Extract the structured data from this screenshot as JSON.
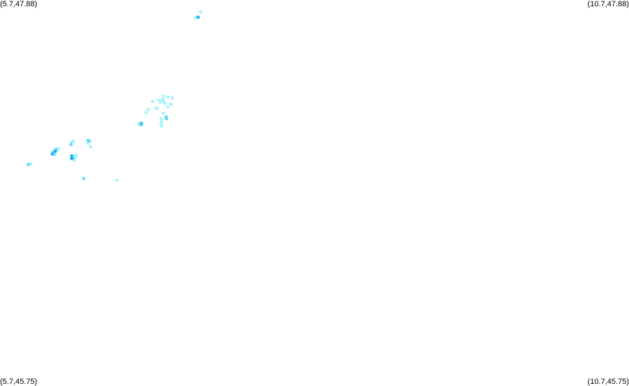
{
  "corners": {
    "top_left": "(5.7,47.88)",
    "top_right": "(10.7,47.88)",
    "bottom_left": "(5.7,45.75)",
    "bottom_right": "(10.7,45.75)"
  },
  "bounds": {
    "lon_min": 5.7,
    "lon_max": 10.7,
    "lat_min": 45.75,
    "lat_max": 47.88
  },
  "colors": {
    "low": "#9ff3fb",
    "mid": "#55d6f5",
    "high": "#1ca6f0"
  },
  "points": [
    {
      "lon": 7.295,
      "lat": 47.813,
      "level": "low"
    },
    {
      "lon": 7.26,
      "lat": 47.785,
      "level": "low"
    },
    {
      "lon": 7.275,
      "lat": 47.785,
      "level": "high"
    },
    {
      "lon": 7.25,
      "lat": 47.78,
      "level": "low"
    },
    {
      "lon": 7.0,
      "lat": 47.35,
      "level": "low"
    },
    {
      "lon": 7.035,
      "lat": 47.345,
      "level": "low"
    },
    {
      "lon": 7.07,
      "lat": 47.34,
      "level": "low"
    },
    {
      "lon": 6.96,
      "lat": 47.33,
      "level": "low"
    },
    {
      "lon": 6.99,
      "lat": 47.33,
      "level": "low"
    },
    {
      "lon": 7.0,
      "lat": 47.325,
      "level": "low"
    },
    {
      "lon": 6.91,
      "lat": 47.32,
      "level": "low"
    },
    {
      "lon": 6.975,
      "lat": 47.315,
      "level": "low"
    },
    {
      "lon": 7.01,
      "lat": 47.31,
      "level": "low"
    },
    {
      "lon": 7.06,
      "lat": 47.305,
      "level": "low"
    },
    {
      "lon": 7.035,
      "lat": 47.29,
      "level": "low"
    },
    {
      "lon": 6.94,
      "lat": 47.285,
      "level": "low"
    },
    {
      "lon": 6.95,
      "lat": 47.28,
      "level": "low"
    },
    {
      "lon": 6.88,
      "lat": 47.275,
      "level": "low"
    },
    {
      "lon": 6.86,
      "lat": 47.26,
      "level": "low"
    },
    {
      "lon": 7.0,
      "lat": 47.255,
      "level": "low"
    },
    {
      "lon": 7.02,
      "lat": 47.235,
      "level": "mid"
    },
    {
      "lon": 7.025,
      "lat": 47.225,
      "level": "mid"
    },
    {
      "lon": 6.98,
      "lat": 47.225,
      "level": "low"
    },
    {
      "lon": 6.985,
      "lat": 47.21,
      "level": "low"
    },
    {
      "lon": 6.815,
      "lat": 47.2,
      "level": "mid"
    },
    {
      "lon": 6.825,
      "lat": 47.198,
      "level": "high"
    },
    {
      "lon": 6.805,
      "lat": 47.195,
      "level": "low"
    },
    {
      "lon": 6.82,
      "lat": 47.19,
      "level": "mid"
    },
    {
      "lon": 6.98,
      "lat": 47.195,
      "level": "low"
    },
    {
      "lon": 6.985,
      "lat": 47.185,
      "level": "low"
    },
    {
      "lon": 6.4,
      "lat": 47.105,
      "level": "mid"
    },
    {
      "lon": 6.41,
      "lat": 47.1,
      "level": "mid"
    },
    {
      "lon": 6.4,
      "lat": 47.09,
      "level": "low"
    },
    {
      "lon": 6.27,
      "lat": 47.095,
      "level": "low"
    },
    {
      "lon": 6.285,
      "lat": 47.1,
      "level": "low"
    },
    {
      "lon": 6.265,
      "lat": 47.083,
      "level": "mid"
    },
    {
      "lon": 6.42,
      "lat": 47.07,
      "level": "low"
    },
    {
      "lon": 6.135,
      "lat": 47.058,
      "level": "low"
    },
    {
      "lon": 6.15,
      "lat": 47.055,
      "level": "mid"
    },
    {
      "lon": 6.165,
      "lat": 47.06,
      "level": "low"
    },
    {
      "lon": 6.12,
      "lat": 47.04,
      "level": "mid"
    },
    {
      "lon": 6.14,
      "lat": 47.045,
      "level": "high"
    },
    {
      "lon": 6.115,
      "lat": 47.03,
      "level": "high"
    },
    {
      "lon": 6.13,
      "lat": 47.028,
      "level": "mid"
    },
    {
      "lon": 6.29,
      "lat": 47.02,
      "level": "low"
    },
    {
      "lon": 6.305,
      "lat": 47.025,
      "level": "low"
    },
    {
      "lon": 6.27,
      "lat": 47.02,
      "level": "high"
    },
    {
      "lon": 6.28,
      "lat": 47.01,
      "level": "mid"
    },
    {
      "lon": 6.27,
      "lat": 47.005,
      "level": "high"
    },
    {
      "lon": 6.3,
      "lat": 47.01,
      "level": "low"
    },
    {
      "lon": 6.29,
      "lat": 46.995,
      "level": "low"
    },
    {
      "lon": 5.925,
      "lat": 46.972,
      "level": "mid"
    },
    {
      "lon": 5.945,
      "lat": 46.975,
      "level": "low"
    },
    {
      "lon": 6.365,
      "lat": 46.895,
      "level": "mid"
    },
    {
      "lon": 6.63,
      "lat": 46.885,
      "level": "low"
    }
  ]
}
